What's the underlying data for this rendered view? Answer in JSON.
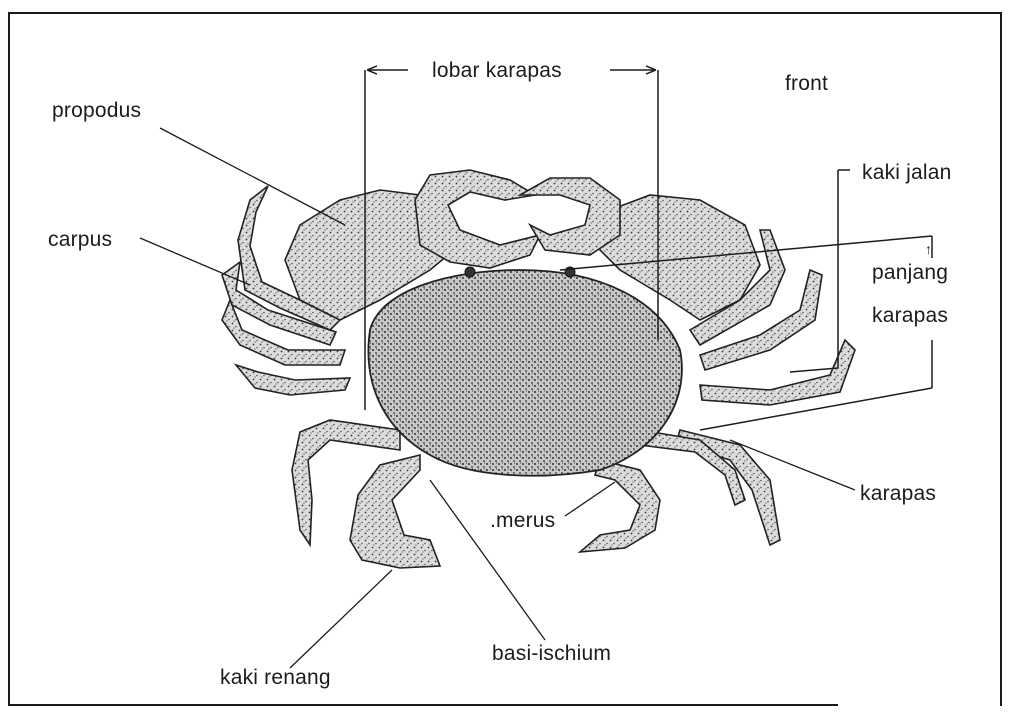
{
  "labels": {
    "lobar_karapas": "lobar karapas",
    "front": "front",
    "propodus": "propodus",
    "kaki_jalan": "kaki jalan",
    "carpus": "carpus",
    "panjang": "panjang",
    "karapas_dim": "karapas",
    "karapas": "karapas",
    "merus": ".merus",
    "basi_ischium": "basi-ischium",
    "kaki_renang": "kaki renang"
  },
  "icons": {
    "crab": "crab-illustration",
    "arrow": "arrow-icon"
  },
  "colors": {
    "ink": "#1c1c1c",
    "stipple": "#3a3a3a",
    "shell_fill": "#d9d9d9",
    "background": "#ffffff"
  }
}
